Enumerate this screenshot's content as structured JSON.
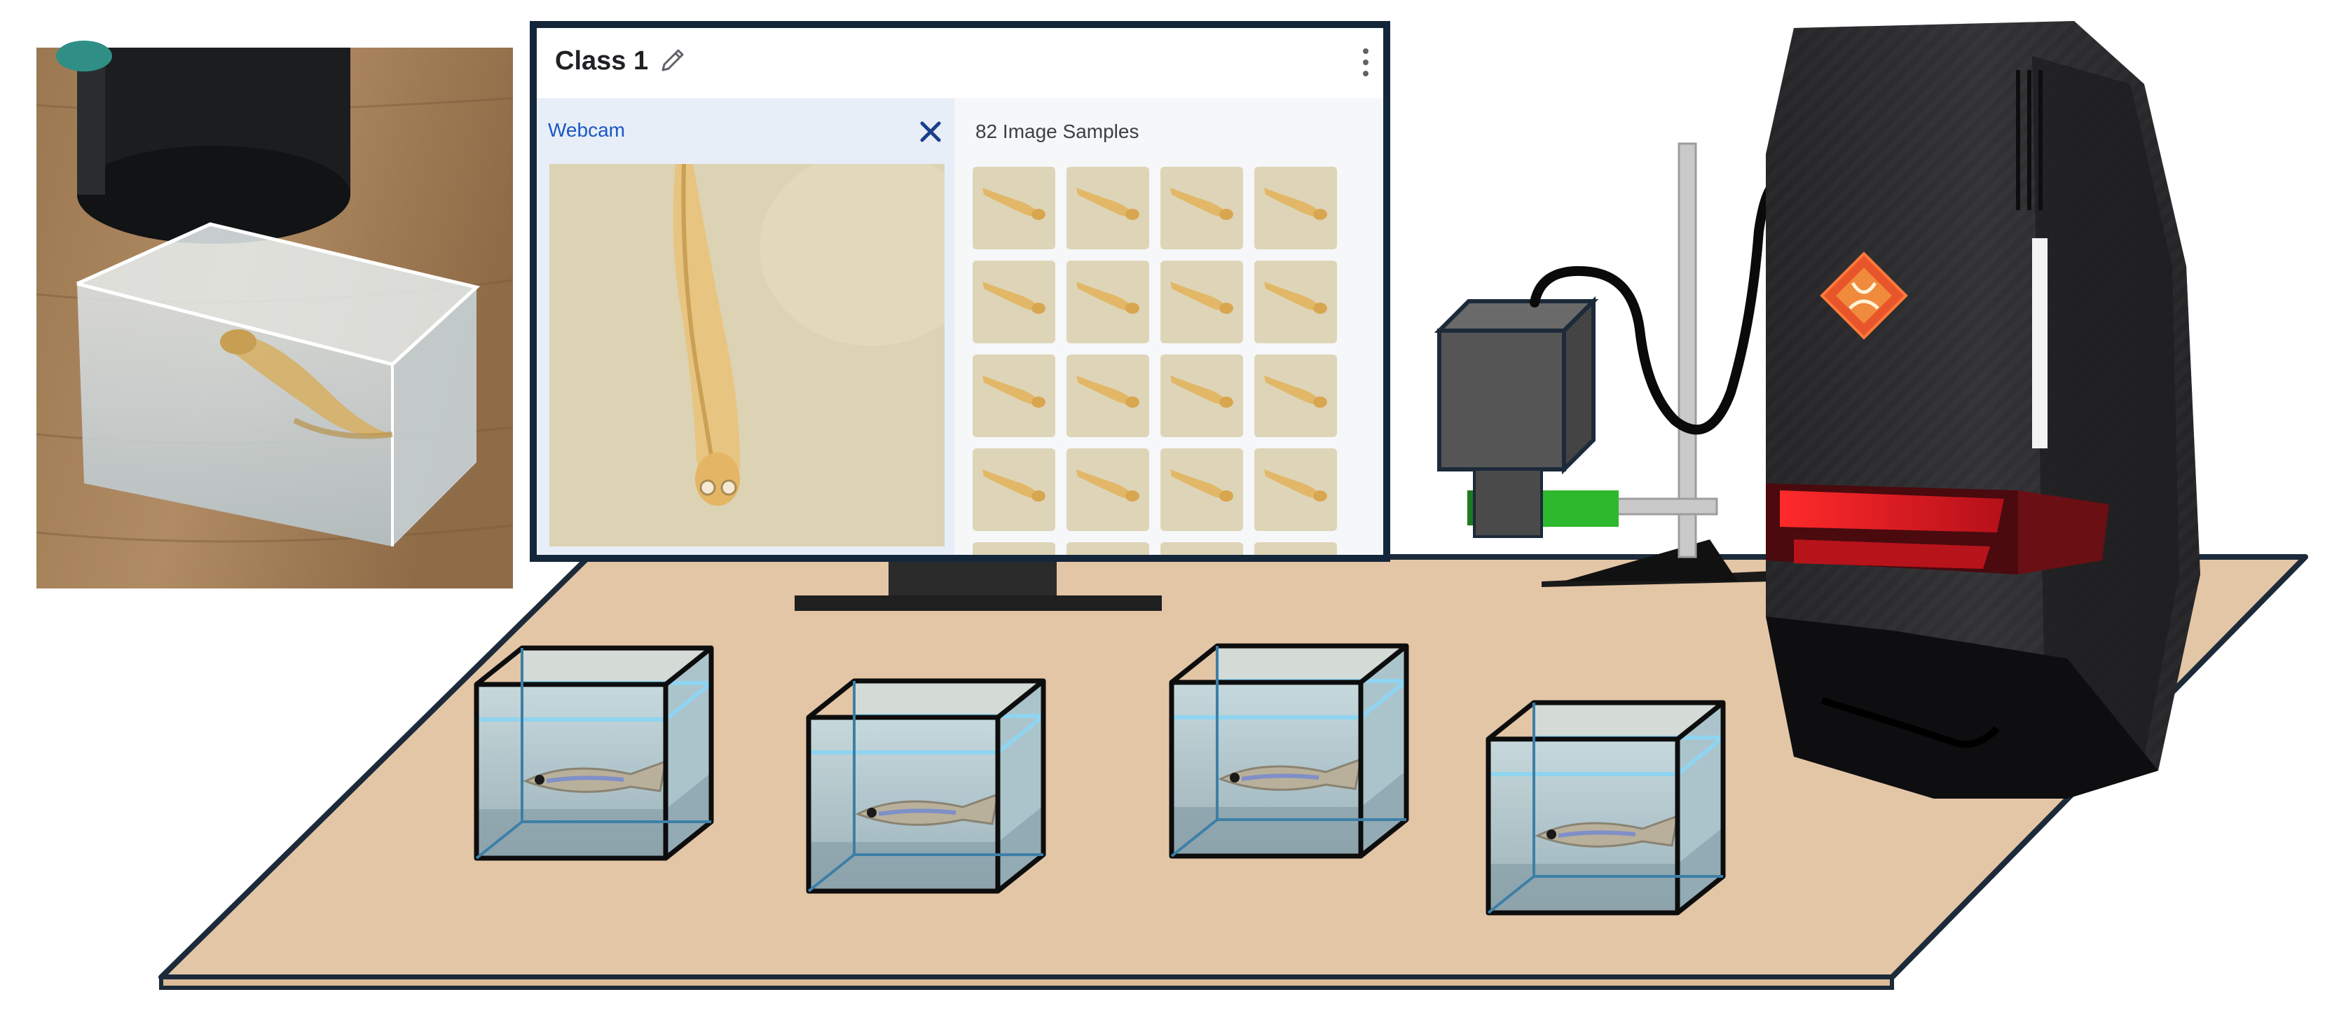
{
  "monitor": {
    "class_title": "Class 1",
    "webcam_label": "Webcam",
    "samples_label": "82 Image Samples",
    "icons": {
      "edit": "pencil-icon",
      "menu": "kebab-menu-icon",
      "close": "close-icon"
    }
  },
  "colors": {
    "table_top": "#e3c6a6",
    "tank_water": "#b9d3da",
    "tank_rim": "#8fd4f0",
    "camera_body": "#555555",
    "camera_clamp": "#2eb82e",
    "pc_body": "#262628",
    "pc_accent": "#e11a24",
    "ui_accent": "#1a56c4"
  }
}
